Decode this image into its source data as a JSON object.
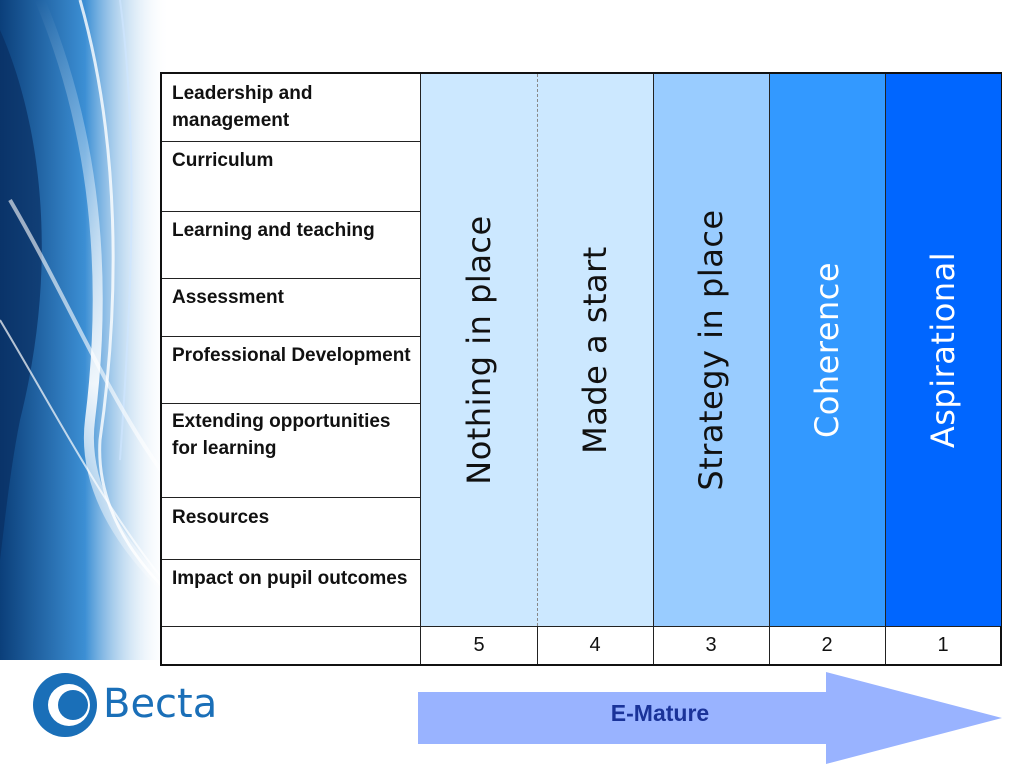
{
  "table": {
    "rows": [
      "Leadership and management",
      "Curriculum",
      "Learning and teaching",
      "Assessment",
      "Professional Development",
      "Extending opportunities for learning",
      "Resources",
      "Impact on pupil outcomes"
    ],
    "stages": [
      {
        "label": "Nothing in place",
        "score": "5",
        "color": "#cce8ff",
        "text_color": "#111111"
      },
      {
        "label": "Made a start",
        "score": "4",
        "color": "#cce8ff",
        "text_color": "#111111"
      },
      {
        "label": "Strategy in place",
        "score": "3",
        "color": "#99ccff",
        "text_color": "#111111"
      },
      {
        "label": "Coherence",
        "score": "2",
        "color": "#3399ff",
        "text_color": "#ffffff"
      },
      {
        "label": "Aspirational",
        "score": "1",
        "color": "#0066ff",
        "text_color": "#ffffff"
      }
    ]
  },
  "arrow": {
    "label": "E-Mature",
    "color": "#99b3ff"
  },
  "logo": {
    "name": "Becta",
    "color": "#1a6fb8"
  }
}
